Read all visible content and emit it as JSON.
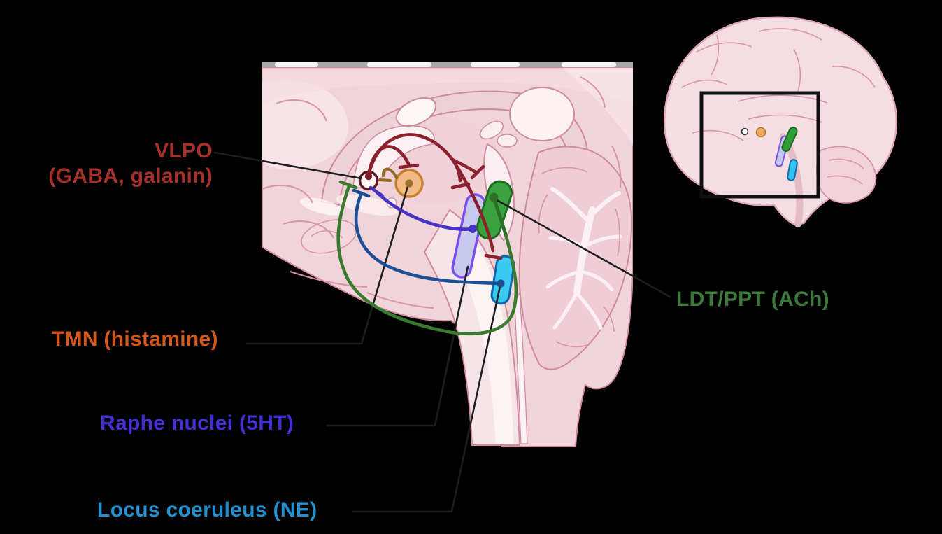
{
  "figure": {
    "kind": "sleep-wake regulation brain diagram",
    "background": "#000000"
  },
  "labels": {
    "vlpo": {
      "line1": "VLPO",
      "line2": "(GABA, galanin)",
      "color": "#a6302c"
    },
    "tmn": {
      "text": "TMN (histamine)",
      "color": "#d4581c"
    },
    "raphe": {
      "text": "Raphe nuclei (5HT)",
      "color": "#4530d6"
    },
    "locus_coeruleus": {
      "text": "Locus coeruleus (NE)",
      "color": "#2191cf"
    },
    "ldt_ppt": {
      "text": "LDT/PPT (ACh)",
      "color": "#3e7a3b"
    }
  },
  "nuclei": [
    {
      "id": "vlpo",
      "name": "VLPO",
      "neurotransmitters": "GABA, galanin",
      "fill": "#fdf7f8",
      "outline": "#5f1620"
    },
    {
      "id": "tmn",
      "name": "TMN",
      "neurotransmitters": "histamine",
      "fill": "#f3bb83",
      "outline": "#c67f2b"
    },
    {
      "id": "raphe",
      "name": "Raphe nuclei",
      "neurotransmitters": "5HT",
      "fill": "#c9c9ee",
      "outline": "#7a4ff0"
    },
    {
      "id": "ldt_ppt",
      "name": "LDT/PPT",
      "neurotransmitters": "ACh",
      "fill": "#3aa23e",
      "outline": "#1d6e22"
    },
    {
      "id": "locus_coeruleus",
      "name": "Locus coeruleus",
      "neurotransmitters": "NE",
      "fill": "#3ac9f2",
      "outline": "#1066a6"
    }
  ],
  "projections": [
    {
      "from": "vlpo",
      "to": "tmn",
      "type": "inhibitory-tbar",
      "color": "#8a212c"
    },
    {
      "from": "vlpo",
      "to": "raphe",
      "type": "inhibitory-tbar",
      "color": "#8a212c"
    },
    {
      "from": "vlpo",
      "to": "ldt_ppt",
      "type": "inhibitory-tbar",
      "color": "#8a212c"
    },
    {
      "from": "vlpo",
      "to": "locus_coeruleus",
      "type": "inhibitory-tbar",
      "color": "#8a212c"
    },
    {
      "from": "tmn",
      "to": "vlpo",
      "type": "inhibitory-tbar",
      "color": "#8f6d1e"
    },
    {
      "from": "raphe",
      "to": "vlpo",
      "type": "inhibitory-tbar",
      "color": "#4733c4"
    },
    {
      "from": "ldt_ppt",
      "to": "vlpo",
      "type": "inhibitory-tbar",
      "color": "#3a7a2e"
    },
    {
      "from": "locus_coeruleus",
      "to": "vlpo",
      "type": "inhibitory-tbar",
      "color": "#1c4f96"
    }
  ],
  "inset": {
    "has_zoom_box": "true"
  }
}
